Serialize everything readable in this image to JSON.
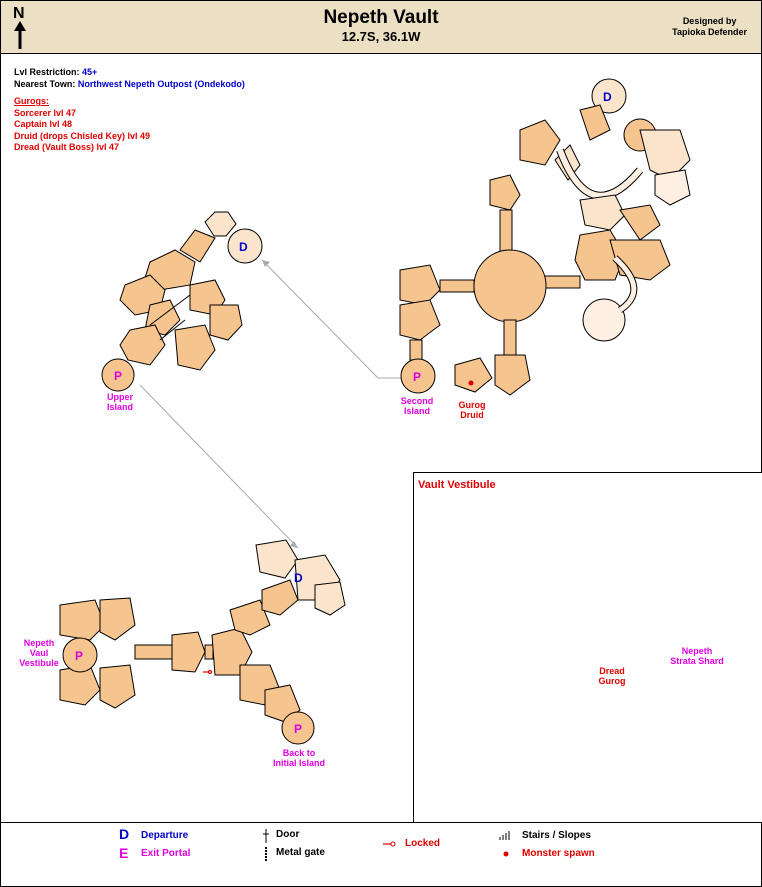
{
  "header": {
    "compass_letter": "N",
    "title": "Nepeth Vault",
    "coords": "12.7S, 36.1W",
    "designer_line1": "Designed by",
    "designer_line2": "Tapioka Defender"
  },
  "info": {
    "lvl_label": "Lvl Restriction:",
    "lvl_value": "45+",
    "town_label": "Nearest Town:",
    "town_value": "Northwest Nepeth Outpost (Ondekodo)"
  },
  "gurogs": {
    "heading": "Gurogs:",
    "items": [
      "Sorcerer lvl 47",
      "Captain lvl 48",
      "Druid (drops Chisled Key) lvl 49",
      "Dread (Vault Boss) lvl 47"
    ]
  },
  "map": {
    "marker_departure": "D",
    "marker_portal": "P",
    "labels": {
      "upper_island_1": "Upper",
      "upper_island_2": "Island",
      "second_island_1": "Second",
      "second_island_2": "Island",
      "gurog_druid_1": "Gurog",
      "gurog_druid_2": "Druid",
      "vestibule_1": "Nepeth",
      "vestibule_2": "Vaul",
      "vestibule_3": "Vestibule",
      "back_1": "Back to",
      "back_2": "Initial Island"
    }
  },
  "inset": {
    "title": "Vault Vestibule",
    "dread_1": "Dread",
    "dread_2": "Gurog",
    "shard_1": "Nepeth",
    "shard_2": "Strata Shard"
  },
  "legend": {
    "departure_symbol": "D",
    "departure_label": "Departure",
    "exit_symbol": "E",
    "exit_label": "Exit Portal",
    "door_label": "Door",
    "metal_gate_label": "Metal gate",
    "locked_label": "Locked",
    "stairs_label": "Stairs / Slopes",
    "monster_label": "Monster spawn"
  },
  "colors": {
    "room_fill": "#f6c48e",
    "room_light": "#fbe4cc",
    "room_pale": "#fdf0e3",
    "outline": "#000000",
    "departure": "#0000cc",
    "portal": "#e000e0",
    "monster": "#e00000",
    "header_bg": "#ece0c4"
  }
}
